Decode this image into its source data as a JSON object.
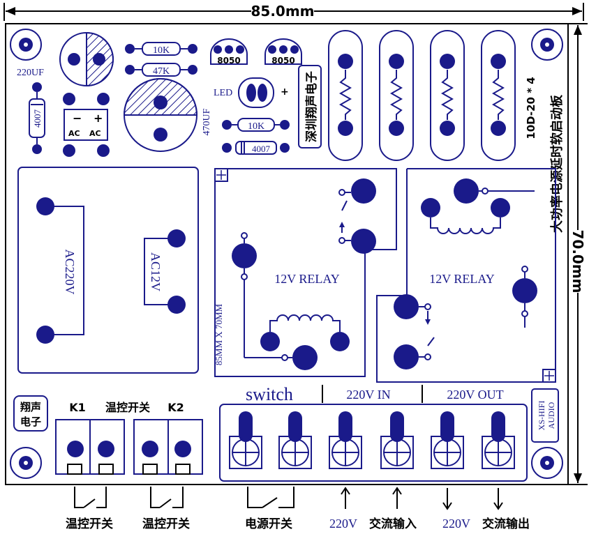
{
  "dimensions": {
    "width_label": "85.0mm",
    "height_label": "70.0mm"
  },
  "board": {
    "title_vertical": "大功率电源延时软启动板",
    "thermistor_label": "10D-20 * 4",
    "brand_vertical": "深圳翔声电子",
    "brand_box": [
      "翔声",
      "电子"
    ],
    "size_text": "85MM X 70MM",
    "xs_box": [
      "XS-HIFI",
      "AUDIO"
    ]
  },
  "components": {
    "cap_small": "220UF",
    "cap_large": "470UF",
    "r1": "10K",
    "r2": "47K",
    "r3": "10K",
    "diode1": "4007",
    "diode2": "4007",
    "transistor1": "8050",
    "transistor2": "8050",
    "led": "LED",
    "led_plus": "+",
    "bridge_minus": "−",
    "bridge_plus": "+",
    "bridge_ac1": "AC",
    "bridge_ac2": "AC"
  },
  "transformer": {
    "primary": "AC220V",
    "secondary": "AC12V"
  },
  "relays": {
    "left": "12V RELAY",
    "right": "12V RELAY"
  },
  "connectors": {
    "switch_label": "switch",
    "in_label": "220V  IN",
    "out_label": "220V  OUT",
    "k1": "K1",
    "k2": "K2",
    "temp_ctrl_top": "温控开关"
  },
  "bottom_labels": {
    "temp1": "温控开关",
    "temp2": "温控开关",
    "power": "电源开关",
    "ac_in_voltage": "220V",
    "ac_in": "交流输入",
    "ac_out_voltage": "220V",
    "ac_out": "交流输出"
  }
}
